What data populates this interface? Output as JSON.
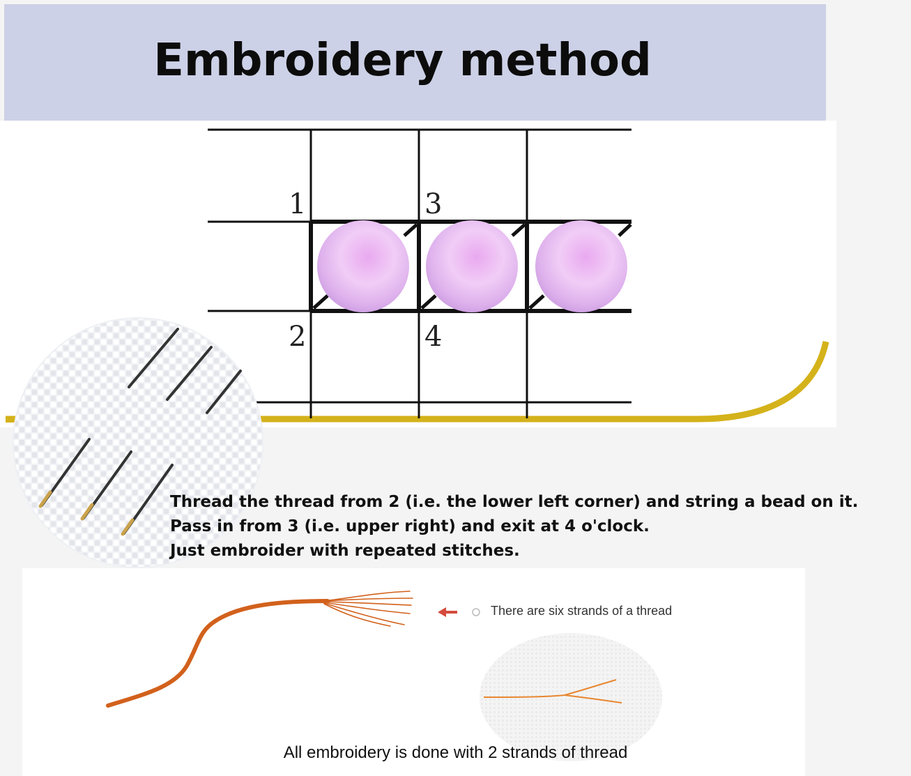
{
  "header": {
    "title": "Embroidery method"
  },
  "grid_labels": {
    "top_left": "1",
    "top_right": "3",
    "bottom_left": "2",
    "bottom_right": "4"
  },
  "colors": {
    "header_bg": "#cdd1e7",
    "accent_gold": "#d4b21a",
    "bead": "#d9a3ea",
    "thread": "#d2611c"
  },
  "instructions": [
    "Thread the thread from 2 (i.e. the lower left corner) and string a bead on it.",
    "Pass in from 3 (i.e. upper right) and exit at 4 o'clock.",
    "Just embroider with repeated stitches."
  ],
  "thread_note": "There are six strands of a thread",
  "caption": "All embroidery is done with 2 strands of thread"
}
